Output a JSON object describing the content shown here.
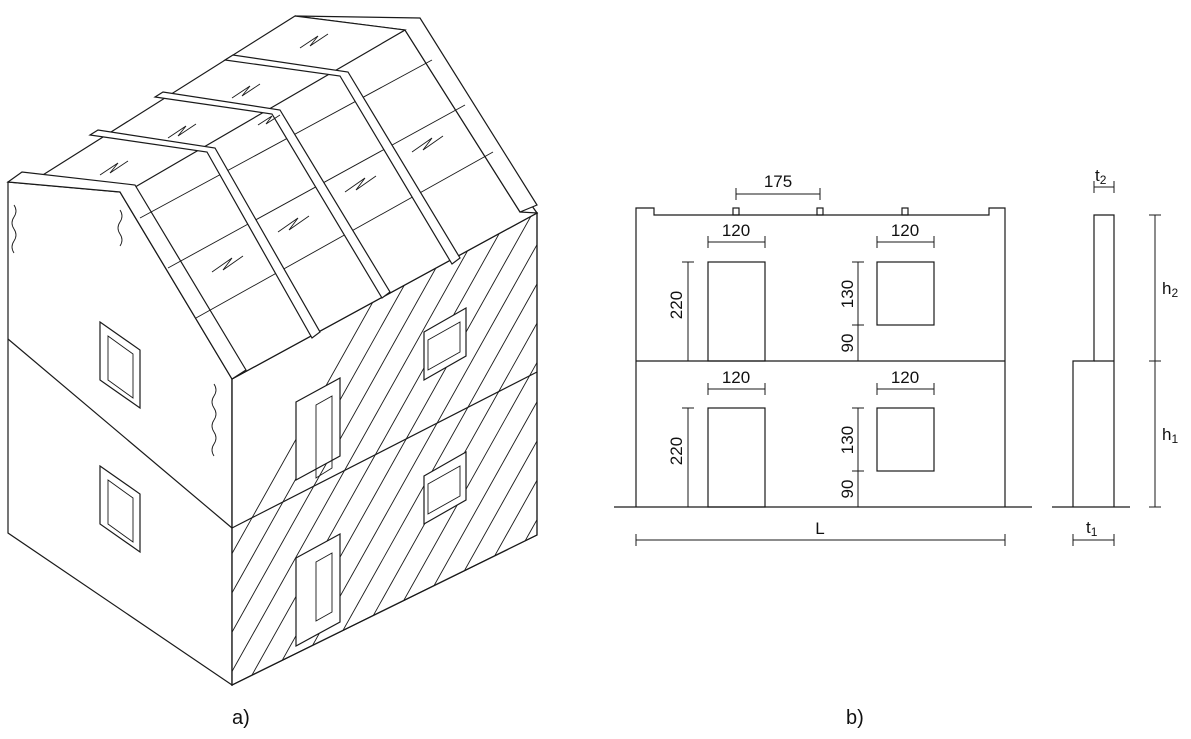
{
  "captions": {
    "a": "a)",
    "b": "b)"
  },
  "dims": {
    "beam_spacing": "175",
    "win_w_door_top": "120",
    "win_w_sq_top": "120",
    "win_w_door_bot": "120",
    "win_w_sq_bot": "120",
    "door_h_top": "220",
    "door_h_bot": "220",
    "win_h_top": "130",
    "win_h_bot": "130",
    "sill_top": "90",
    "sill_bot": "90",
    "length": "L"
  },
  "section": {
    "h2": "h",
    "h2_sub": "2",
    "h1": "h",
    "h1_sub": "1",
    "t2": "t",
    "t2_sub": "2",
    "t1": "t",
    "t1_sub": "1"
  }
}
